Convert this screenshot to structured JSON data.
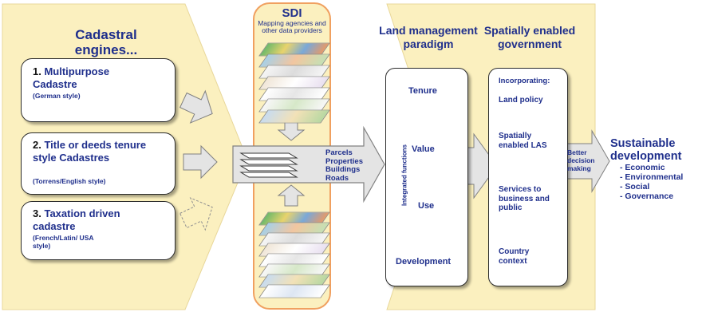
{
  "colors": {
    "beige": "#fbf0bf",
    "navy": "#1f2f8c",
    "arrow_fill": "#e4e4e4",
    "arrow_stroke": "#808080"
  },
  "cadastral": {
    "title": "Cadastral engines...",
    "items": [
      {
        "number": "1.",
        "title": "Multipurpose Cadastre",
        "note": "(German style)",
        "icon": "parcel-grid-icon"
      },
      {
        "number": "2.",
        "title": "Title or deeds tenure style Cadastres",
        "note": "(Torrens/English style)",
        "icon": "deed-certificate-icon"
      },
      {
        "number": "3.",
        "title": "Taxation driven cadastre",
        "note": "(French/Latin/ USA style)",
        "icon": "cash-register-icon"
      }
    ]
  },
  "sdi": {
    "title": "SDI",
    "subtitle": "Mapping agencies and other data providers"
  },
  "center_arrow": {
    "labels": [
      "Parcels",
      "Properties",
      "Buildings",
      "Roads"
    ]
  },
  "land_management": {
    "title": "Land management paradigm",
    "vertical_label": "Integrated functions",
    "items": [
      "Tenure",
      "Value",
      "Use",
      "Development"
    ]
  },
  "government": {
    "title": "Spatially enabled government",
    "items": [
      "Incorporating:",
      "Land policy",
      "Spatially enabled LAS",
      "Services to business and public",
      "Country context"
    ]
  },
  "better": {
    "label": "Better decision making"
  },
  "sustainable": {
    "title": "Sustainable development",
    "items": [
      "- Economic",
      "- Environmental",
      "- Social",
      "- Governance"
    ]
  }
}
